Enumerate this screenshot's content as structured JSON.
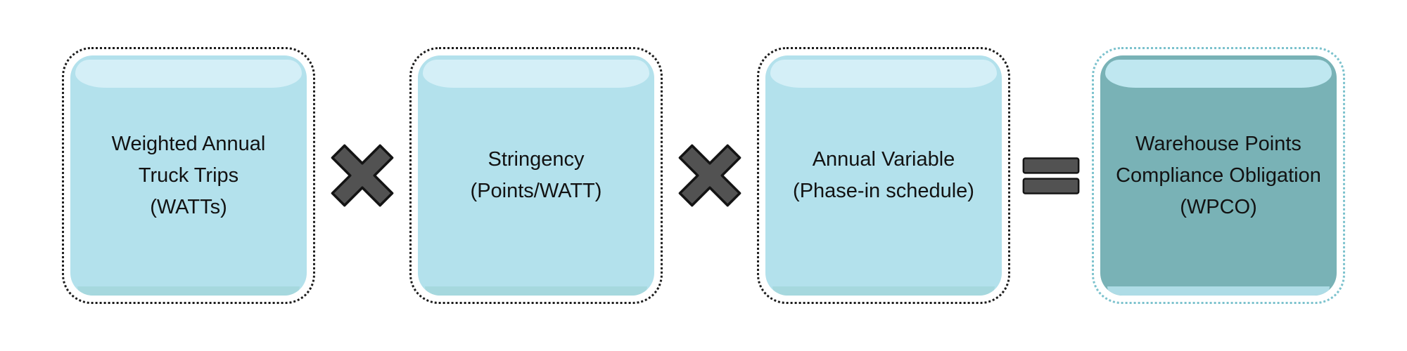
{
  "diagram": {
    "boxes": [
      {
        "id": "watts",
        "variant": "light",
        "lines": [
          "Weighted Annual",
          "Truck Trips",
          "(WATTs)"
        ]
      },
      {
        "id": "stringency",
        "variant": "light",
        "lines": [
          "Stringency",
          "(Points/WATT)"
        ]
      },
      {
        "id": "annual-variable",
        "variant": "light",
        "lines": [
          "Annual Variable",
          "(Phase-in schedule)"
        ]
      },
      {
        "id": "wpco",
        "variant": "teal",
        "lines": [
          "Warehouse Points",
          "Compliance Obligation",
          "(WPCO)"
        ]
      }
    ],
    "operators": [
      {
        "type": "multiply",
        "glyph": "×"
      },
      {
        "type": "multiply",
        "glyph": "×"
      },
      {
        "type": "equals",
        "glyph": "="
      }
    ],
    "colors": {
      "background": "#ffffff",
      "light_box_fill": "#b3e1ec",
      "light_box_shine": "#d4eff7",
      "light_box_bottom_edge": "#a6d8de",
      "result_box_fill": "#79b2b6",
      "result_box_shine": "#bfe7f0",
      "result_box_bottom_edge": "#aedce6",
      "outline_dots_dark": "#1c1c1c",
      "outline_dots_teal": "#7cc2cd",
      "operator_fill": "#525252",
      "operator_outline": "#141414",
      "text": "#121212"
    }
  }
}
